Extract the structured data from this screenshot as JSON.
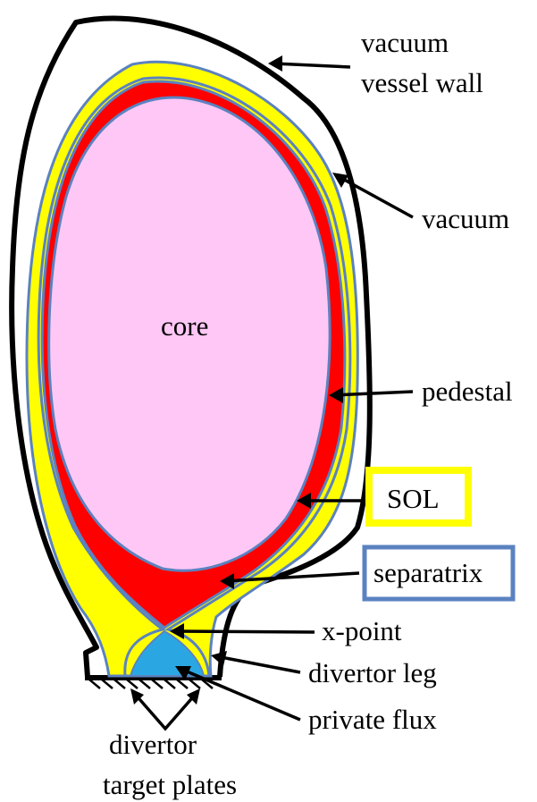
{
  "labels": {
    "vacuum_vessel_wall_line1": "vacuum",
    "vacuum_vessel_wall_line2": "vessel wall",
    "vacuum": "vacuum",
    "core": "core",
    "pedestal": "pedestal",
    "sol": "SOL",
    "separatrix": "separatrix",
    "x_point": "x-point",
    "divertor_leg": "divertor leg",
    "private_flux": "private flux",
    "divertor_target_plates_line1": "divertor",
    "divertor_target_plates_line2": "target plates"
  },
  "colors": {
    "vessel_wall": "#000000",
    "sol": "#ffff00",
    "separatrix": "#5b82c0",
    "pedestal": "#ff0000",
    "core": "#ffc7f5",
    "private_flux": "#2aa7e3",
    "arrow": "#000000"
  }
}
